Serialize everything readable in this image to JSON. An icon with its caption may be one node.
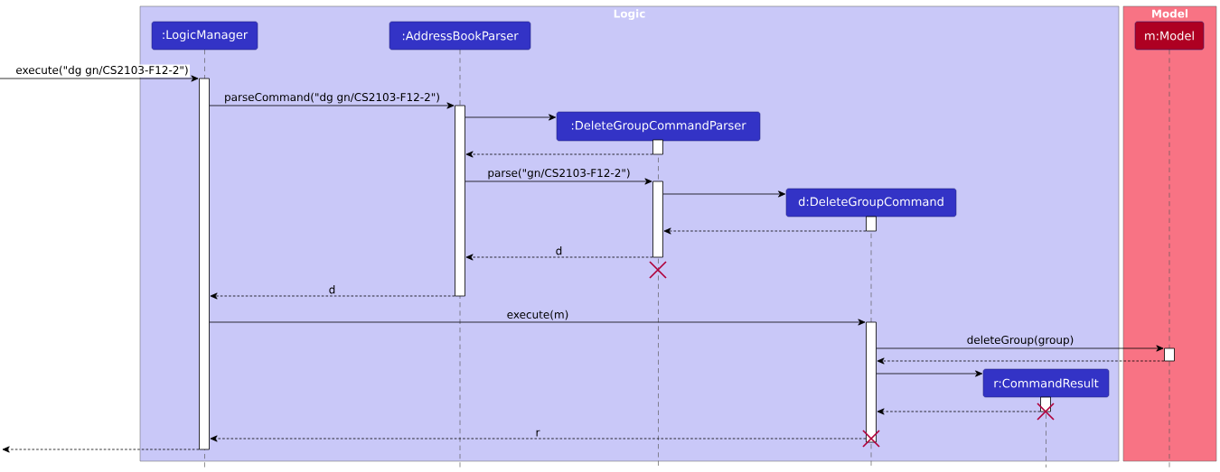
{
  "diagram": {
    "nodes": [
      {
        "text": [
          "Logic"
        ]
      },
      {
        "text": [
          "Model"
        ]
      },
      {
        "text": [
          ":LogicManager"
        ],
        "in": 0
      },
      {
        "text": [
          ":AddressBookParser"
        ],
        "in": 0
      },
      {
        "text": [
          ":DeleteGroupCommandParser"
        ],
        "in": 0
      },
      {
        "text": [
          "d:DeleteGroupCommand"
        ],
        "in": 0
      },
      {
        "text": [
          "r:CommandResult"
        ],
        "in": 0
      },
      {
        "text": [
          "m:Model"
        ],
        "in": 1
      },
      {
        "text": [],
        "shape": "bar",
        "in": 0
      },
      {
        "text": [],
        "shape": "bar",
        "in": 0
      },
      {
        "text": [],
        "shape": "bar",
        "in": 0
      },
      {
        "text": [],
        "shape": "bar",
        "in": 0
      },
      {
        "text": [],
        "shape": "bar",
        "in": 0
      },
      {
        "text": [],
        "shape": "bar",
        "in": 0
      },
      {
        "text": [],
        "shape": "bar",
        "in": 0
      },
      {
        "text": [],
        "shape": "bar",
        "in": 1
      }
    ],
    "edges": [
      {
        "from": null,
        "to": 8,
        "arrow": "to",
        "label": "execute(\"dg gn/CS2103-F12-2\")"
      },
      {
        "from": 8,
        "to": 9,
        "arrow": "to",
        "label": "parseCommand(\"dg gn/CS2103-F12-2\")"
      },
      {
        "from": 9,
        "to": 4,
        "arrow": "to"
      },
      {
        "from": 10,
        "to": 9,
        "arrow": "to",
        "style": "dashed"
      },
      {
        "from": 9,
        "to": 11,
        "arrow": "to",
        "label": "parse(\"gn/CS2103-F12-2\")"
      },
      {
        "from": 11,
        "to": 5,
        "arrow": "to"
      },
      {
        "from": 12,
        "to": 11,
        "arrow": "to",
        "style": "dashed"
      },
      {
        "from": 11,
        "to": 9,
        "arrow": "to",
        "style": "dashed",
        "label": "d"
      },
      {
        "from": 9,
        "to": 8,
        "arrow": "to",
        "style": "dashed",
        "label": "d"
      },
      {
        "from": 8,
        "to": 13,
        "arrow": "to",
        "label": "execute(m)"
      },
      {
        "from": 13,
        "to": 15,
        "arrow": "to",
        "label": "deleteGroup(group)"
      },
      {
        "from": 15,
        "to": 13,
        "arrow": "to",
        "style": "dashed"
      },
      {
        "from": 13,
        "to": 6,
        "arrow": "to"
      },
      {
        "from": 14,
        "to": 13,
        "arrow": "to",
        "style": "dashed"
      },
      {
        "from": 13,
        "to": 8,
        "arrow": "to",
        "style": "dashed",
        "label": "r"
      },
      {
        "from": 8,
        "to": null,
        "arrow": "to",
        "style": "dashed"
      }
    ]
  }
}
